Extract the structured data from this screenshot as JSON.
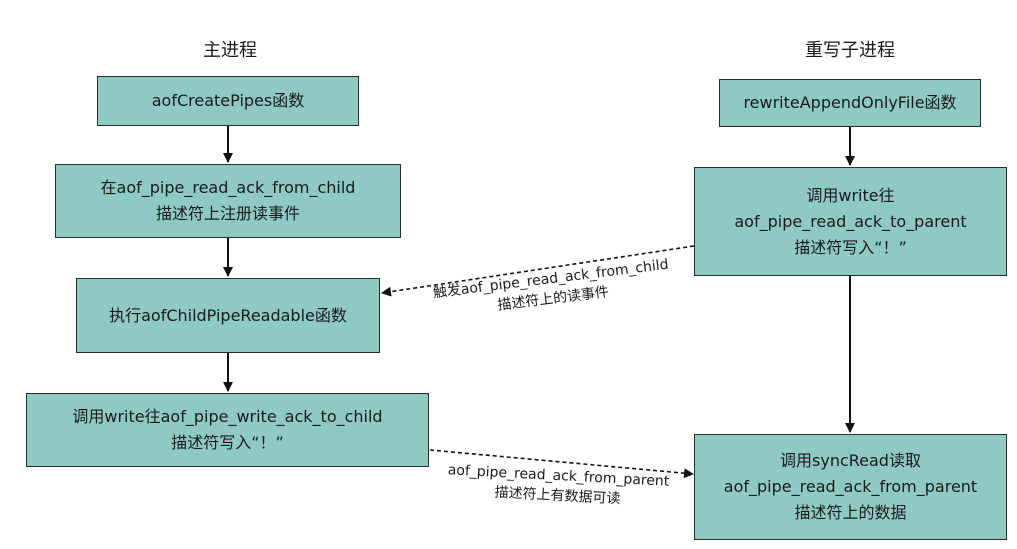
{
  "columns": {
    "main_title": "主进程",
    "child_title": "重写子进程"
  },
  "main": {
    "step1": "aofCreatePipes函数",
    "step2_line1": "在aof_pipe_read_ack_from_child",
    "step2_line2": "描述符上注册读事件",
    "step3": "执行aofChildPipeReadable函数",
    "step4_line1": "调用write往aof_pipe_write_ack_to_child",
    "step4_line2": "描述符写入“！”"
  },
  "child": {
    "step1": "rewriteAppendOnlyFile函数",
    "step2_line1": "调用write往",
    "step2_line2": "aof_pipe_read_ack_to_parent",
    "step2_line3": "描述符写入“！”",
    "step3_line1": "调用syncRead读取",
    "step3_line2": "aof_pipe_read_ack_from_parent",
    "step3_line3": "描述符上的数据"
  },
  "edge_labels": {
    "trigger_line1": "触发aof_pipe_read_ack_from_child",
    "trigger_line2": "描述符上的读事件",
    "parent_line1": "aof_pipe_read_ack_from_parent",
    "parent_line2": "描述符上有数据可读"
  },
  "colors": {
    "box_fill": "#8fc9c4",
    "box_border": "#2b2b2b",
    "arrow": "#111111"
  }
}
